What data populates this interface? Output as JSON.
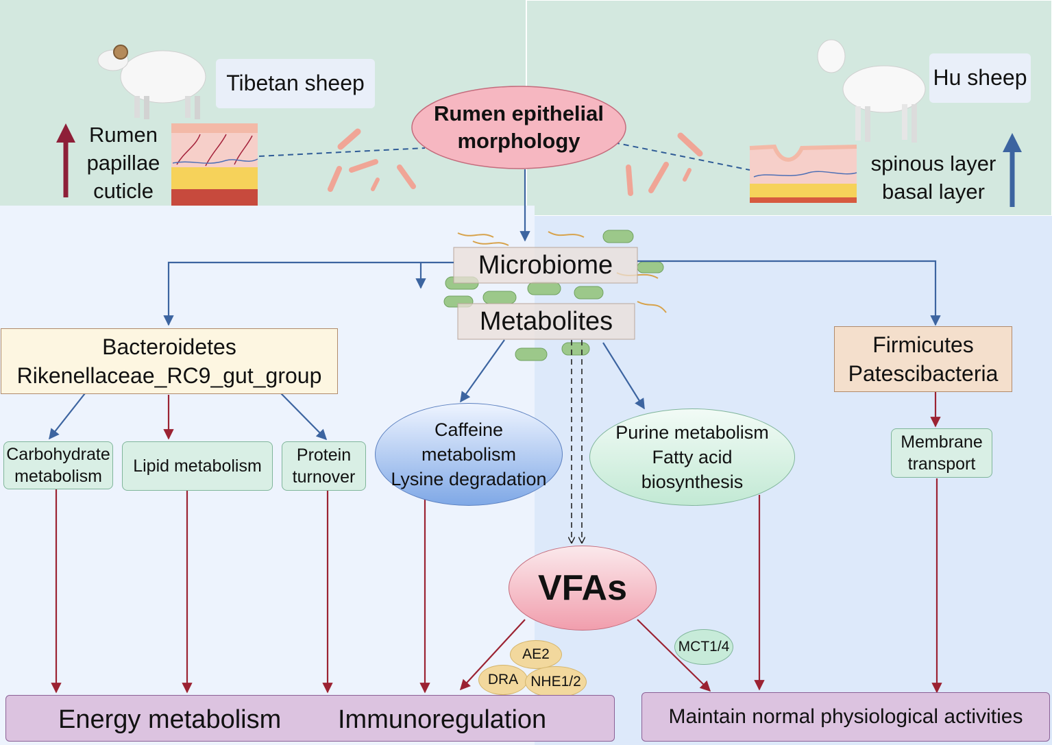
{
  "colors": {
    "top_panel": "#d3e8df",
    "left_panel": "#edf3fd",
    "right_panel": "#dde9fa",
    "blue_arrow": "#3c64a0",
    "red_arrow": "#9b2232",
    "morph_oval": "#f6b7c1",
    "vfa_oval": "#f4b3bd",
    "bacteroidetes_box": "#fdf6e1",
    "firmicutes_box": "#f4dfcc",
    "pathway_box": "#d9efe5",
    "outcome_box": "#dcc3e0",
    "blue_oval": "#8ab3ea",
    "green_oval": "#c7ebd9",
    "transporter": "#f2d89d"
  },
  "top": {
    "tibetan_label": "Tibetan sheep",
    "tibetan_effect": [
      "Rumen",
      "papillae",
      "cuticle"
    ],
    "morphology": [
      "Rumen epithelial",
      "morphology"
    ],
    "hu_label": "Hu sheep",
    "hu_effect": [
      "spinous layer",
      "basal layer"
    ],
    "icons": [
      "sheep-ram-icon",
      "skin-layers-icon",
      "bacteria-icon",
      "lamb-icon",
      "up-arrow-icon"
    ]
  },
  "center": {
    "microbiome": "Microbiome",
    "metabolites": "Metabolites"
  },
  "left_taxa": [
    "Bacteroidetes",
    "Rikenellaceae_RC9_gut_group"
  ],
  "right_taxa": [
    "Firmicutes",
    "Patescibacteria"
  ],
  "pathways": {
    "carbohydrate": [
      "Carbohydrate",
      "metabolism"
    ],
    "lipid": "Lipid metabolism",
    "protein": [
      "Protein",
      "turnover"
    ],
    "caffeine": [
      "Caffeine",
      "metabolism",
      "Lysine degradation"
    ],
    "purine": [
      "Purine metabolism",
      "Fatty acid",
      "biosynthesis"
    ],
    "membrane": [
      "Membrane",
      "transport"
    ]
  },
  "vfas": "VFAs",
  "transporters": {
    "ae2": "AE2",
    "dra": "DRA",
    "nhe": "NHE1/2",
    "mct": "MCT1/4"
  },
  "outcomes": {
    "energy": "Energy metabolism",
    "immuno": "Immunoregulation",
    "maintain": "Maintain normal physiological activities"
  }
}
